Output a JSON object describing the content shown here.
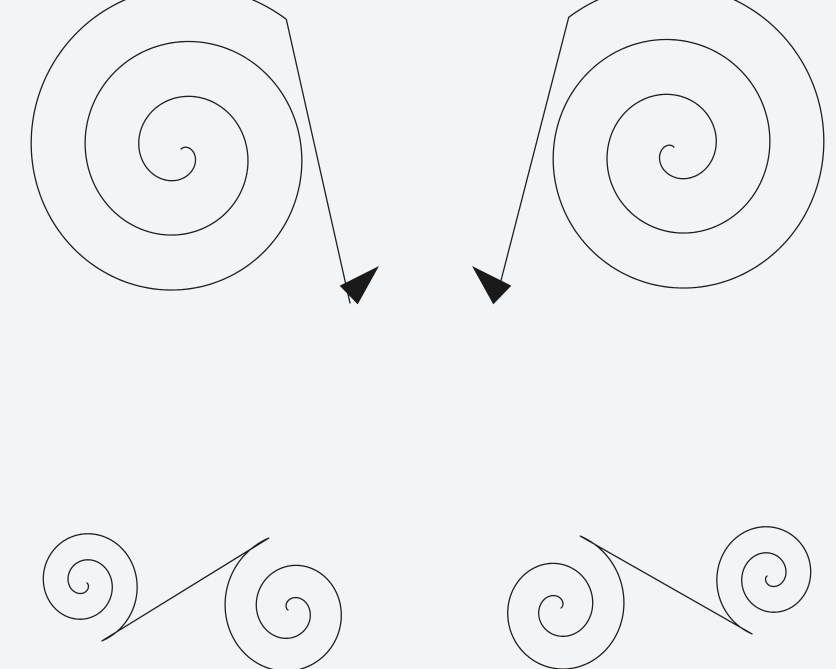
{
  "colors": {
    "background": "#f3f4f6",
    "stroke": "#1e1e1e",
    "arrowhead": "#1a1a1a"
  },
  "figures": [
    {
      "kind": "spiral-arrow",
      "name": "spiral-arrow-left",
      "direction": "clockwise-inward",
      "arrowhead": "end"
    },
    {
      "kind": "spiral-arrow",
      "name": "spiral-arrow-right",
      "direction": "counterclockwise-inward",
      "arrowhead": "end"
    },
    {
      "kind": "double-spiral-scroll",
      "name": "double-spiral-scroll-left"
    },
    {
      "kind": "double-spiral-scroll",
      "name": "double-spiral-scroll-right"
    }
  ]
}
